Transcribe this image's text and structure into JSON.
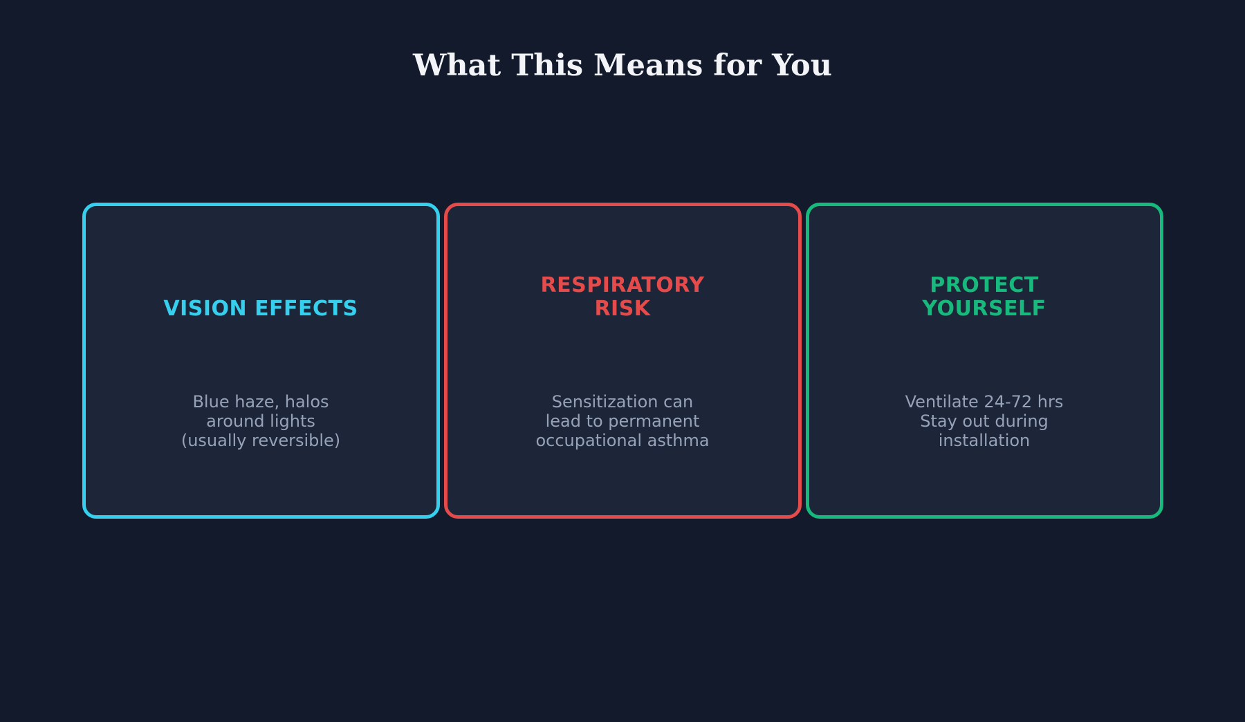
{
  "page": {
    "title": "What This Means for You",
    "background_color": "#121a2c",
    "card_background_color": "#1d2638",
    "title_color": "#f2f4f8",
    "body_text_color": "#96a2b8"
  },
  "cards": [
    {
      "heading": "VISION EFFECTS",
      "body": "Blue haze, halos\naround lights\n(usually reversible)",
      "accent": "#36d0ee"
    },
    {
      "heading": "RESPIRATORY\nRISK",
      "body": "Sensitization can\nlead to permanent\noccupational asthma",
      "accent": "#e64b4b"
    },
    {
      "heading": "PROTECT\nYOURSELF",
      "body": "Ventilate 24-72 hrs\nStay out during\ninstallation",
      "accent": "#17ba7c"
    }
  ]
}
